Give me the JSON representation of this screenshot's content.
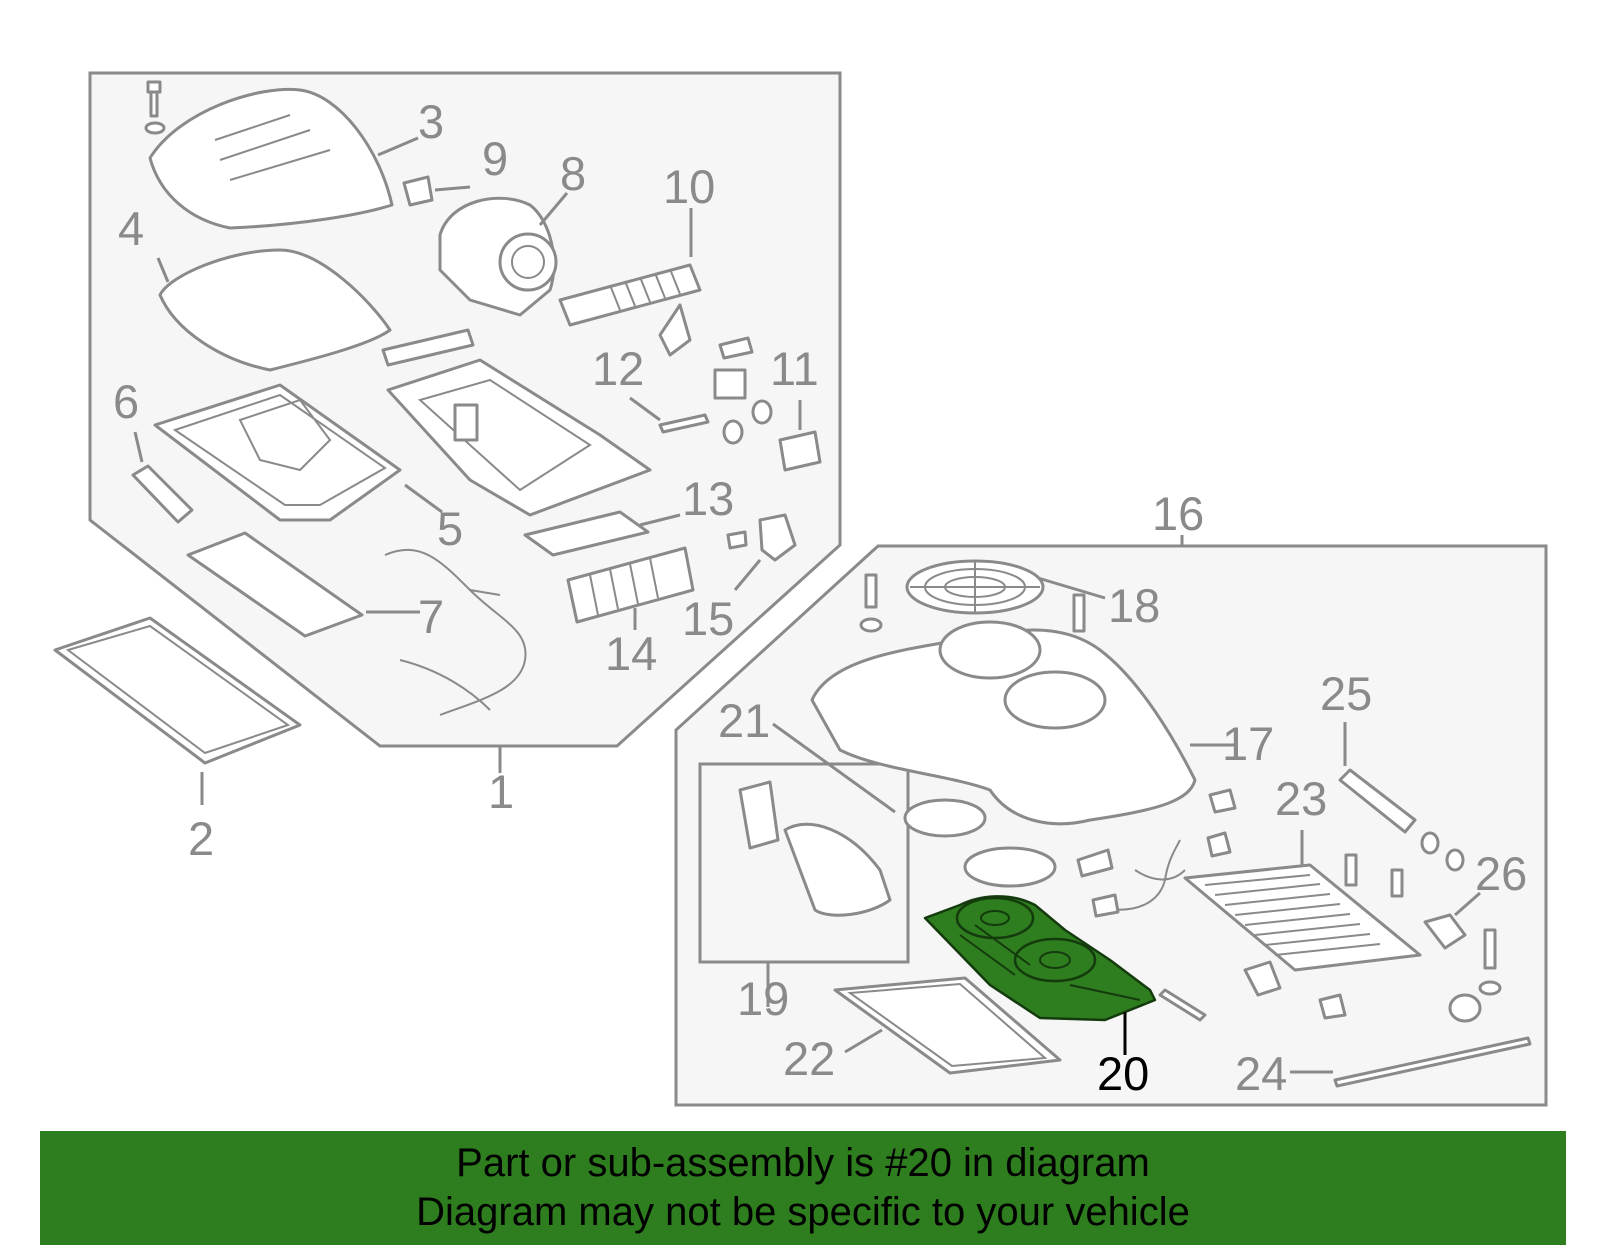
{
  "callouts": {
    "c1": "1",
    "c2": "2",
    "c3": "3",
    "c4": "4",
    "c5": "5",
    "c6": "6",
    "c7": "7",
    "c8": "8",
    "c9": "9",
    "c10": "10",
    "c11": "11",
    "c12": "12",
    "c13": "13",
    "c14": "14",
    "c15": "15",
    "c16": "16",
    "c17": "17",
    "c18": "18",
    "c19": "19",
    "c20": "20",
    "c21": "21",
    "c22": "22",
    "c23": "23",
    "c24": "24",
    "c25": "25",
    "c26": "26"
  },
  "highlighted_part": "20",
  "colors": {
    "highlight": "#2e7d1e",
    "line": "#8a8a8a",
    "panel": "#f6f6f6"
  },
  "banner": {
    "line1": "Part or sub-assembly is #20 in diagram",
    "line2": "Diagram may not be specific to your vehicle"
  }
}
